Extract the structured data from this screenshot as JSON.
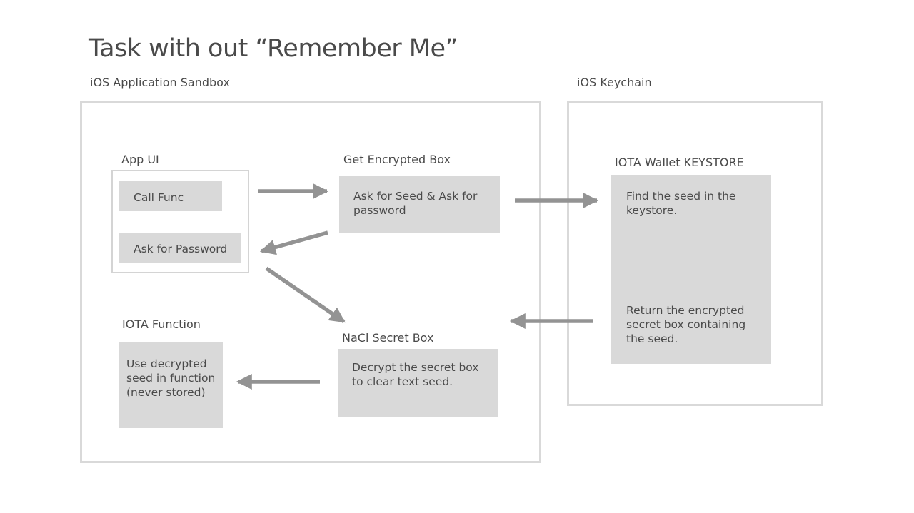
{
  "title": "Task with out “Remember Me”",
  "sandbox": {
    "label": "iOS Application Sandbox",
    "app_ui": {
      "label": "App UI",
      "call_func": "Call Func",
      "ask_password": "Ask for Password"
    },
    "get_encrypted_box": {
      "label": "Get Encrypted Box",
      "text": "Ask for Seed & Ask for password"
    },
    "iota_function": {
      "label": "IOTA Function",
      "text": "Use decrypted seed in function (never stored)"
    },
    "nacl_secret_box": {
      "label": "NaCl Secret Box",
      "text": "Decrypt the secret box to clear text seed."
    }
  },
  "keychain": {
    "label": "iOS Keychain",
    "keystore": {
      "label": "IOTA Wallet KEYSTORE",
      "find_text": "Find the seed in the keystore.",
      "return_text": "Return the encrypted secret box containing the seed."
    }
  },
  "colors": {
    "frame": "#d9d9d9",
    "box_fill": "#d9d9d9",
    "arrow": "#939393",
    "text": "#4a4a4a"
  }
}
